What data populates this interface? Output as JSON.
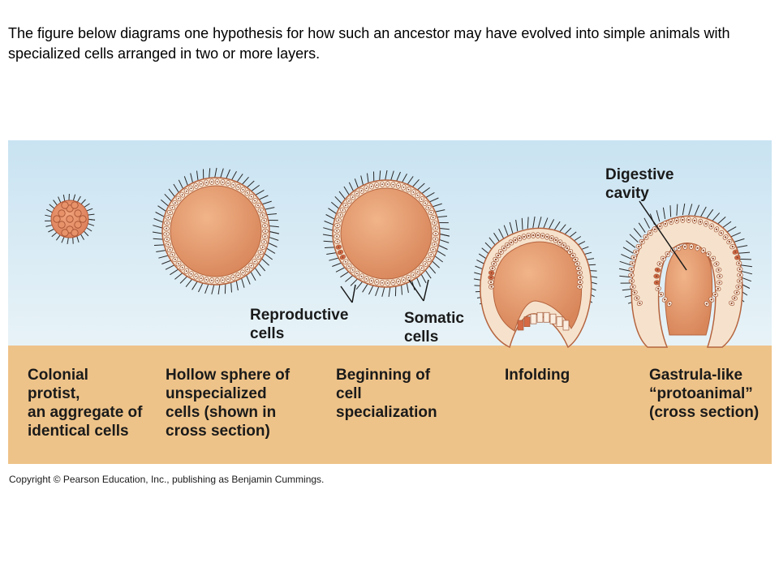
{
  "intro_text": "The figure below diagrams one hypothesis for how such an ancestor may have evolved into simple animals with specialized cells arranged in two or more layers.",
  "stages": [
    {
      "label": "Colonial\nprotist,\nan aggregate of\nidentical cells"
    },
    {
      "label": "Hollow sphere of\nunspecialized\ncells (shown in\ncross section)"
    },
    {
      "label": "Beginning of\ncell\nspecialization"
    },
    {
      "label": "Infolding"
    },
    {
      "label": "Gastrula-like\n“protoanimal”\n(cross section)"
    }
  ],
  "callouts": {
    "reproductive": "Reproductive\ncells",
    "somatic": "Somatic\ncells",
    "digestive": "Digestive\ncavity"
  },
  "copyright": "Copyright © Pearson Education, Inc., publishing as Benjamin Cummings.",
  "colors": {
    "sky": "#c9e3f2",
    "ground": "#eec389",
    "cell_body": "#e39a6f",
    "cell_wall": "#f6e2cc",
    "reproductive": "#d56a45"
  }
}
